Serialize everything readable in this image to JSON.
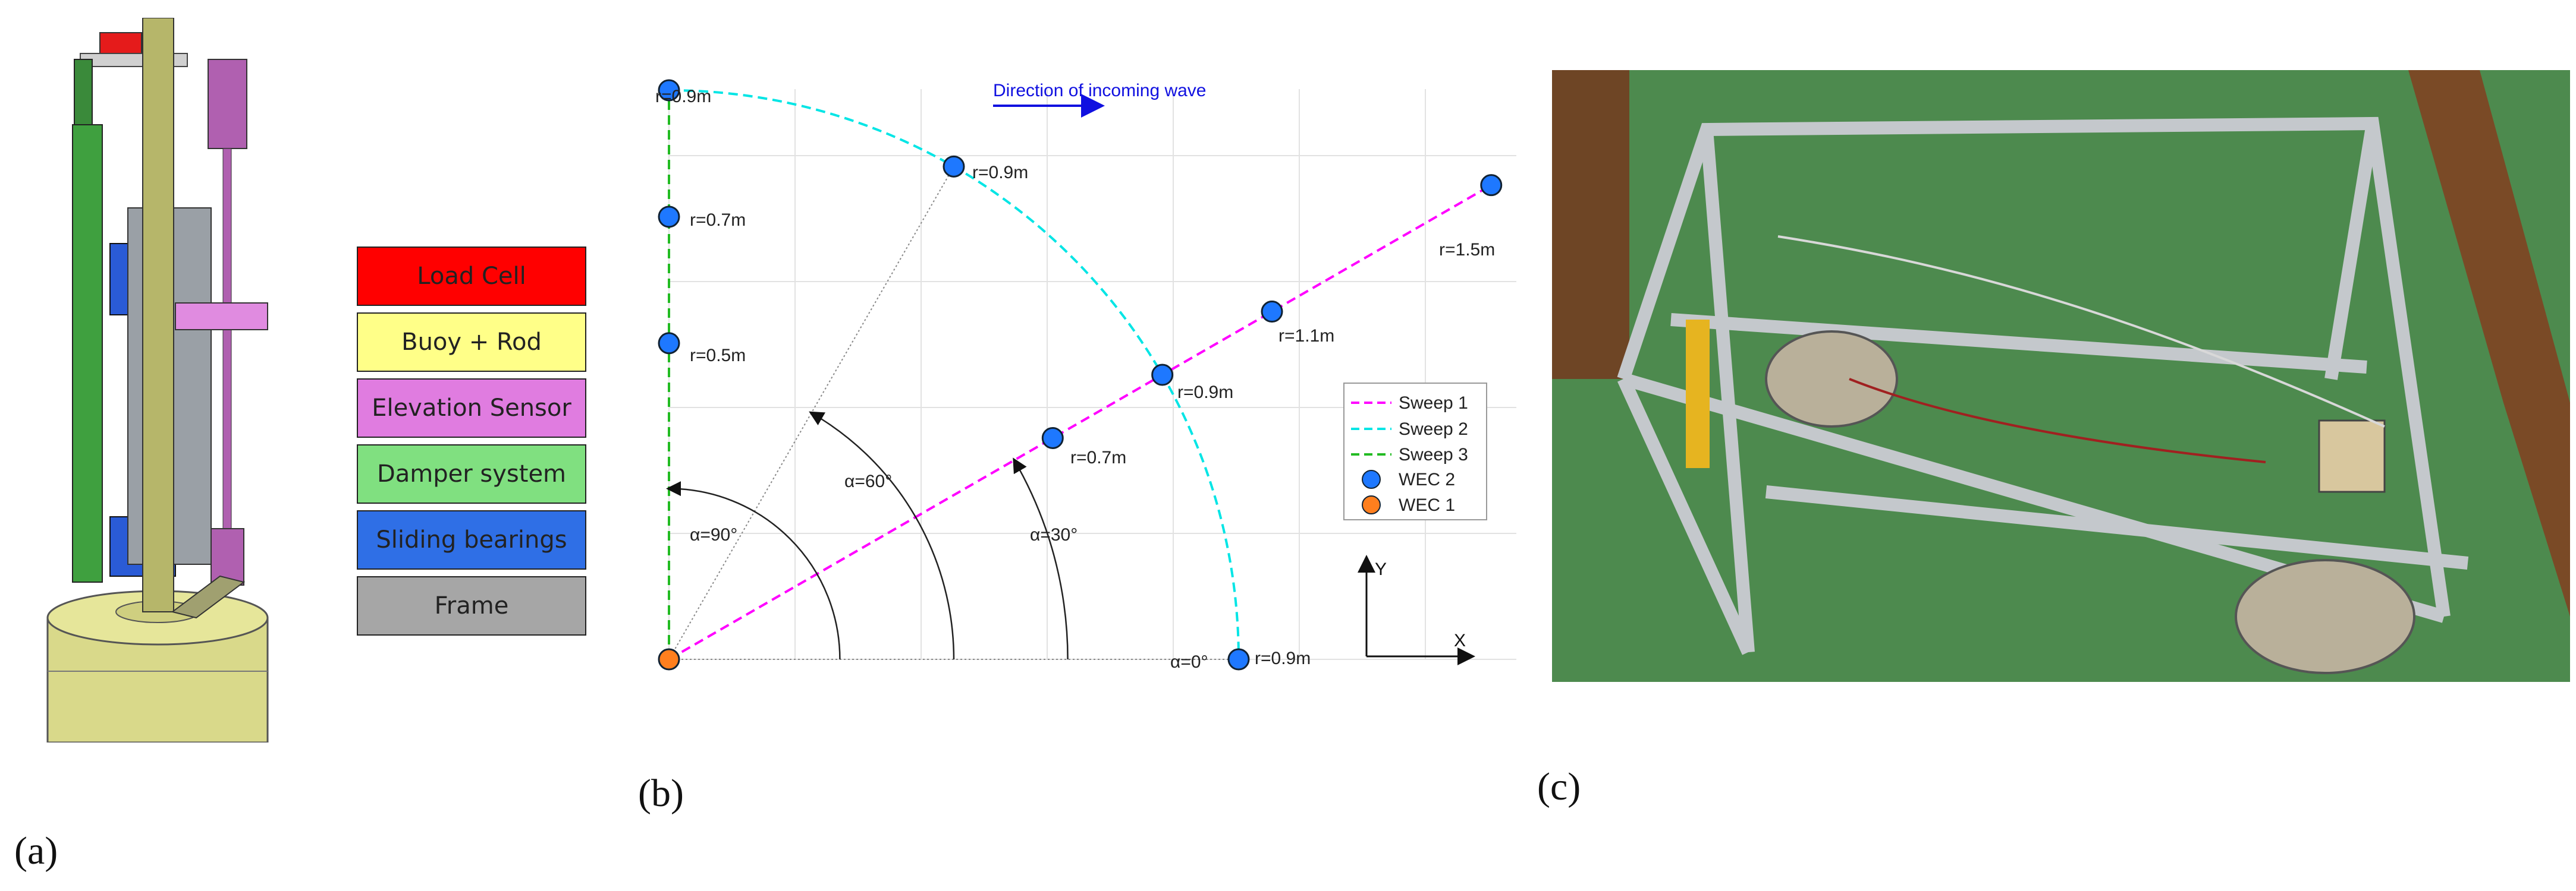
{
  "labels": {
    "a": "(a)",
    "b": "(b)",
    "c": "(c)"
  },
  "legend_a": [
    {
      "label": "Load Cell",
      "color": "#ff0000"
    },
    {
      "label": "Buoy + Rod",
      "color": "#ffff88"
    },
    {
      "label": "Elevation Sensor",
      "color": "#e07ce0"
    },
    {
      "label": "Damper system",
      "color": "#80e080"
    },
    {
      "label": "Sliding bearings",
      "color": "#2f6fe6"
    },
    {
      "label": "Frame",
      "color": "#a6a6a6"
    }
  ],
  "diagram_b": {
    "direction_label": "Direction of incoming wave",
    "angle_labels": {
      "a90": "α=90°",
      "a60": "α=60°",
      "a30": "α=30°",
      "a0": "α=0°"
    },
    "point_labels": {
      "s3_09": "r=0.9m",
      "s3_07": "r=0.7m",
      "s3_05": "r=0.5m",
      "s2_60": "r=0.9m",
      "s2_0": "r=0.9m",
      "s1_15": "r=1.5m",
      "s1_11": "r=1.1m",
      "s1_09": "r=0.9m",
      "s1_07": "r=0.7m"
    },
    "axis_y": "Y",
    "axis_x": "X",
    "legend": {
      "sweep1": "Sweep 1",
      "sweep2": "Sweep 2",
      "sweep3": "Sweep 3",
      "wec2": "WEC 2",
      "wec1": "WEC 1"
    },
    "colors": {
      "sweep1": "#ff00ff",
      "sweep2": "#00e5e5",
      "sweep3": "#22bb22",
      "wec2": "#1e78ff",
      "wec1": "#ff7f1e",
      "arrow": "#1010e0"
    }
  },
  "photo_c": {
    "tank_color": "#4d8a4e",
    "frame_color": "#b8bcc0",
    "deck_color": "#7a4a26"
  }
}
